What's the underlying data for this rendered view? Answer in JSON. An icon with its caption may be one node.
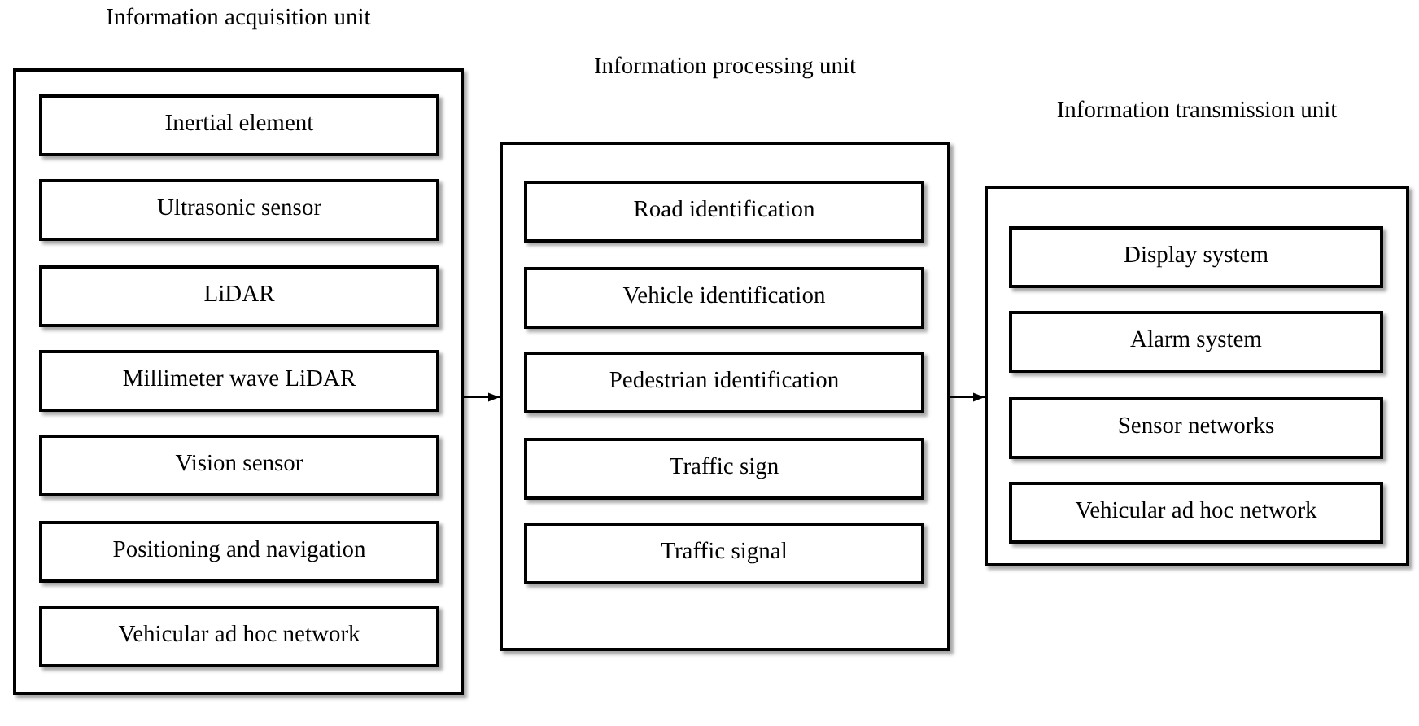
{
  "diagram": {
    "nodes": [
      {
        "text": [
          "Information acquisition unit"
        ]
      },
      {
        "text": [
          "Inertial element"
        ],
        "in": 0
      },
      {
        "text": [
          "Ultrasonic sensor"
        ],
        "in": 0
      },
      {
        "text": [
          "LiDAR"
        ],
        "in": 0
      },
      {
        "text": [
          "Millimeter wave LiDAR"
        ],
        "in": 0
      },
      {
        "text": [
          "Vision sensor"
        ],
        "in": 0
      },
      {
        "text": [
          "Positioning and navigation"
        ],
        "in": 0
      },
      {
        "text": [
          "Vehicular ad hoc network"
        ],
        "in": 0
      },
      {
        "text": [
          "Information processing unit"
        ]
      },
      {
        "text": [
          "Road identification"
        ],
        "in": 8
      },
      {
        "text": [
          "Vehicle identification"
        ],
        "in": 8
      },
      {
        "text": [
          "Pedestrian identification"
        ],
        "in": 8
      },
      {
        "text": [
          "Traffic sign"
        ],
        "in": 8
      },
      {
        "text": [
          "Traffic signal"
        ],
        "in": 8
      },
      {
        "text": [
          "Information transmission unit"
        ]
      },
      {
        "text": [
          "Display system"
        ],
        "in": 14
      },
      {
        "text": [
          "Alarm system"
        ],
        "in": 14
      },
      {
        "text": [
          "Sensor networks"
        ],
        "in": 14
      },
      {
        "text": [
          "Vehicular ad hoc network"
        ],
        "in": 14
      }
    ],
    "edges": [
      {
        "from": 0,
        "to": 8,
        "arrow": "to"
      },
      {
        "from": 8,
        "to": 14,
        "arrow": "to"
      }
    ]
  }
}
